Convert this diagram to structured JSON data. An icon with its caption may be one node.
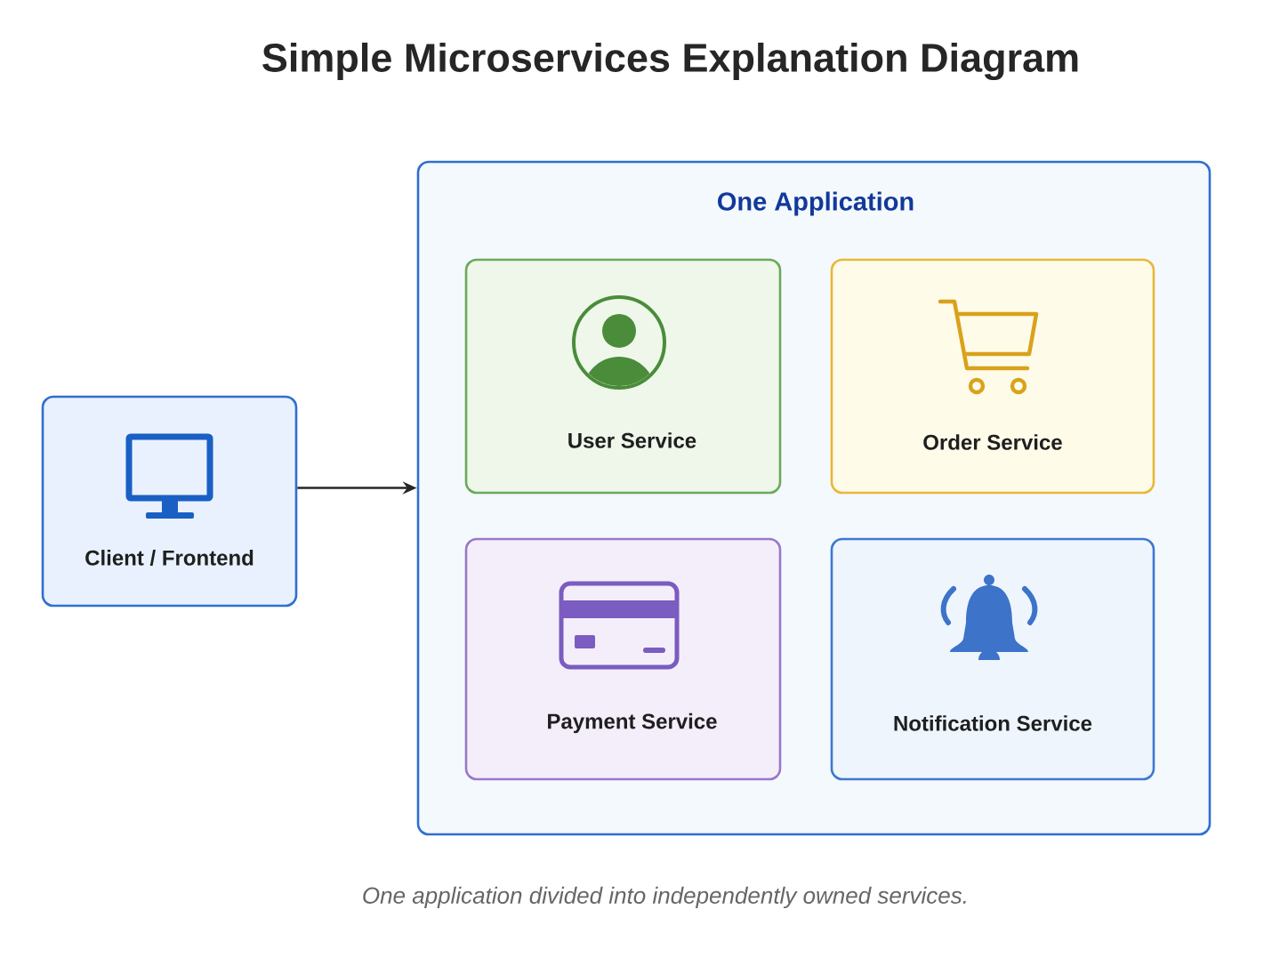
{
  "diagram": {
    "title": "Simple Microservices Explanation Diagram",
    "caption": "One application divided into independently owned services.",
    "nodes": [
      {
        "text": [
          "Client / Frontend"
        ]
      },
      {
        "text": [
          "One Application"
        ]
      },
      {
        "text": [
          "User Service"
        ],
        "in": 1
      },
      {
        "text": [
          "Order Service"
        ],
        "in": 1
      },
      {
        "text": [
          "Payment Service"
        ],
        "in": 1
      },
      {
        "text": [
          "Notification Service"
        ],
        "in": 1
      }
    ],
    "edges": [
      {
        "from": 0,
        "to": 1,
        "arrow": "to"
      }
    ]
  }
}
